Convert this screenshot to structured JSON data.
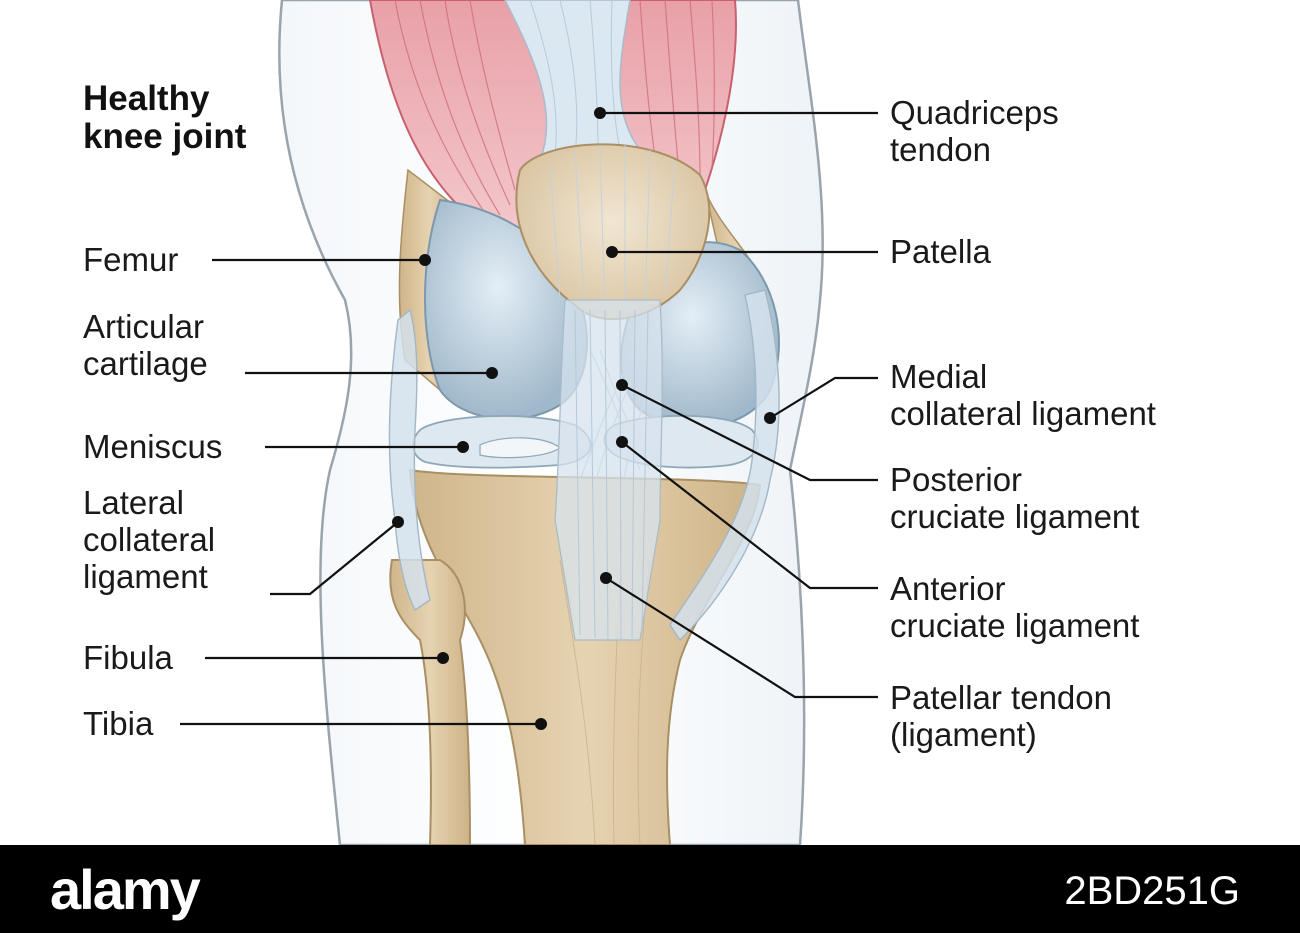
{
  "title": {
    "line1": "Healthy",
    "line2": "knee joint"
  },
  "labels": {
    "femur": "Femur",
    "articular_cartilage": {
      "line1": "Articular",
      "line2": "cartilage"
    },
    "meniscus": "Meniscus",
    "lateral_collateral": {
      "line1": "Lateral",
      "line2": "collateral",
      "line3": "ligament"
    },
    "fibula": "Fibula",
    "tibia": "Tibia",
    "quadriceps_tendon": {
      "line1": "Quadriceps",
      "line2": "tendon"
    },
    "patella": "Patella",
    "medial_collateral": {
      "line1": "Medial",
      "line2": "collateral ligament"
    },
    "posterior_cruciate": {
      "line1": "Posterior",
      "line2": "cruciate ligament"
    },
    "anterior_cruciate": {
      "line1": "Anterior",
      "line2": "cruciate ligament"
    },
    "patellar_tendon": {
      "line1": "Patellar tendon",
      "line2": "(ligament)"
    }
  },
  "footer": {
    "logo": "alamy",
    "image_id": "2BD251G"
  },
  "colors": {
    "bone": "#dfc9a3",
    "cartilage": "#bfd2df",
    "ligament": "#d6e3ee",
    "muscle": "#e7a4ad",
    "leader_line": "#111111"
  }
}
